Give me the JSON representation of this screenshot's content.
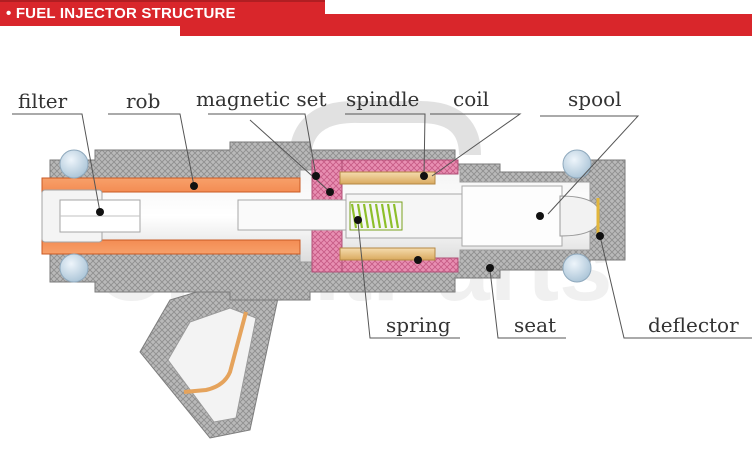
{
  "header": {
    "title": "• FUEL INJECTOR STRUCTURE",
    "bar_color": "#d9262b",
    "bar_dark": "#b01e22"
  },
  "watermark": {
    "text": "CreditParts"
  },
  "labels": {
    "filter": "filter",
    "rob": "rob",
    "magnetic_set": "magnetic set",
    "spindle": "spindle",
    "coil": "coil",
    "spool": "spool",
    "spring": "spring",
    "seat": "seat",
    "deflector": "deflector"
  },
  "colors": {
    "body_gray": "#b8b8b8",
    "body_dark": "#9a9a9a",
    "rod_orange": "#f07a3c",
    "coil_pink": "#e07ca4",
    "spring_green": "#9fd23a",
    "seal_blue": "#c9dbe8",
    "tan": "#e8c48a"
  }
}
